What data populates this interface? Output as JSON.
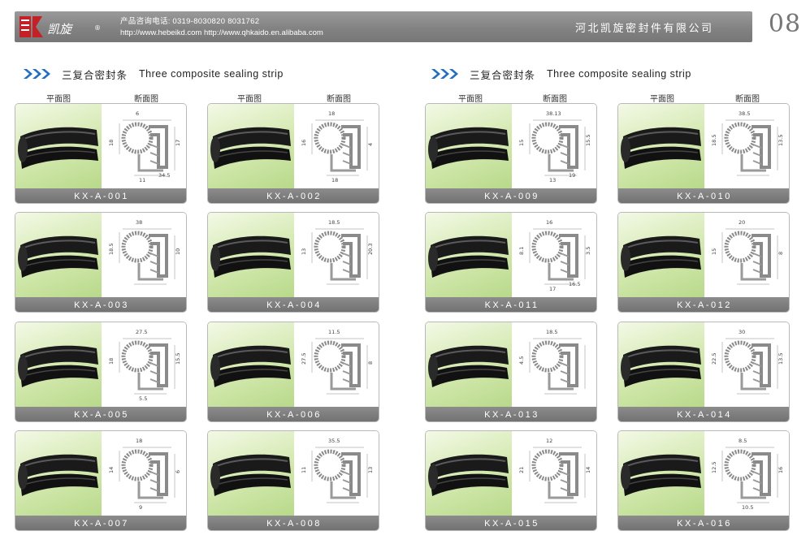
{
  "header": {
    "logo_text": "凯旋",
    "logo_mark": "®",
    "phone_label": "产品咨询电话:",
    "phone_numbers": "0319-8030820  8031762",
    "websites": "http://www.hebeikd.com  http://www.qhkaido.en.alibaba.com",
    "company": "河北凯旋密封件有限公司",
    "page_number": "08"
  },
  "sections": [
    {
      "title_cn": "三复合密封条",
      "title_en": "Three composite sealing strip"
    },
    {
      "title_cn": "三复合密封条",
      "title_en": "Three composite sealing strip"
    }
  ],
  "column_labels": {
    "plan": "平面图",
    "section": "断面图"
  },
  "colors": {
    "header_bg": "#8a8a8a",
    "label_bg": "#7a7a7a",
    "photo_bg": "#c7e19c",
    "chevron": "#1f6fc8"
  },
  "products": [
    {
      "code": "KX-A-001",
      "dims": [
        "6",
        "18",
        "17",
        "11",
        "34.5"
      ]
    },
    {
      "code": "KX-A-002",
      "dims": [
        "18",
        "16",
        "4",
        "18"
      ]
    },
    {
      "code": "KX-A-003",
      "dims": [
        "38",
        "18.5",
        "10"
      ]
    },
    {
      "code": "KX-A-004",
      "dims": [
        "18.5",
        "13",
        "20.3"
      ]
    },
    {
      "code": "KX-A-005",
      "dims": [
        "27.5",
        "18",
        "15.5",
        "5.5"
      ]
    },
    {
      "code": "KX-A-006",
      "dims": [
        "11.5",
        "27.5",
        "8"
      ]
    },
    {
      "code": "KX-A-007",
      "dims": [
        "18",
        "14",
        "6",
        "9"
      ]
    },
    {
      "code": "KX-A-008",
      "dims": [
        "35.5",
        "11",
        "13"
      ]
    },
    {
      "code": "KX-A-009",
      "dims": [
        "38.13",
        "15",
        "15.5",
        "13",
        "19"
      ]
    },
    {
      "code": "KX-A-010",
      "dims": [
        "38.5",
        "18.5",
        "13.5"
      ]
    },
    {
      "code": "KX-A-011",
      "dims": [
        "16",
        "8.1",
        "3.5",
        "17",
        "16.5"
      ]
    },
    {
      "code": "KX-A-012",
      "dims": [
        "20",
        "15",
        "8"
      ]
    },
    {
      "code": "KX-A-013",
      "dims": [
        "18.5",
        "4.5"
      ]
    },
    {
      "code": "KX-A-014",
      "dims": [
        "30",
        "22.5",
        "13.5"
      ]
    },
    {
      "code": "KX-A-015",
      "dims": [
        "12",
        "21",
        "14"
      ]
    },
    {
      "code": "KX-A-016",
      "dims": [
        "8.5",
        "12.5",
        "16",
        "10.5"
      ]
    }
  ]
}
